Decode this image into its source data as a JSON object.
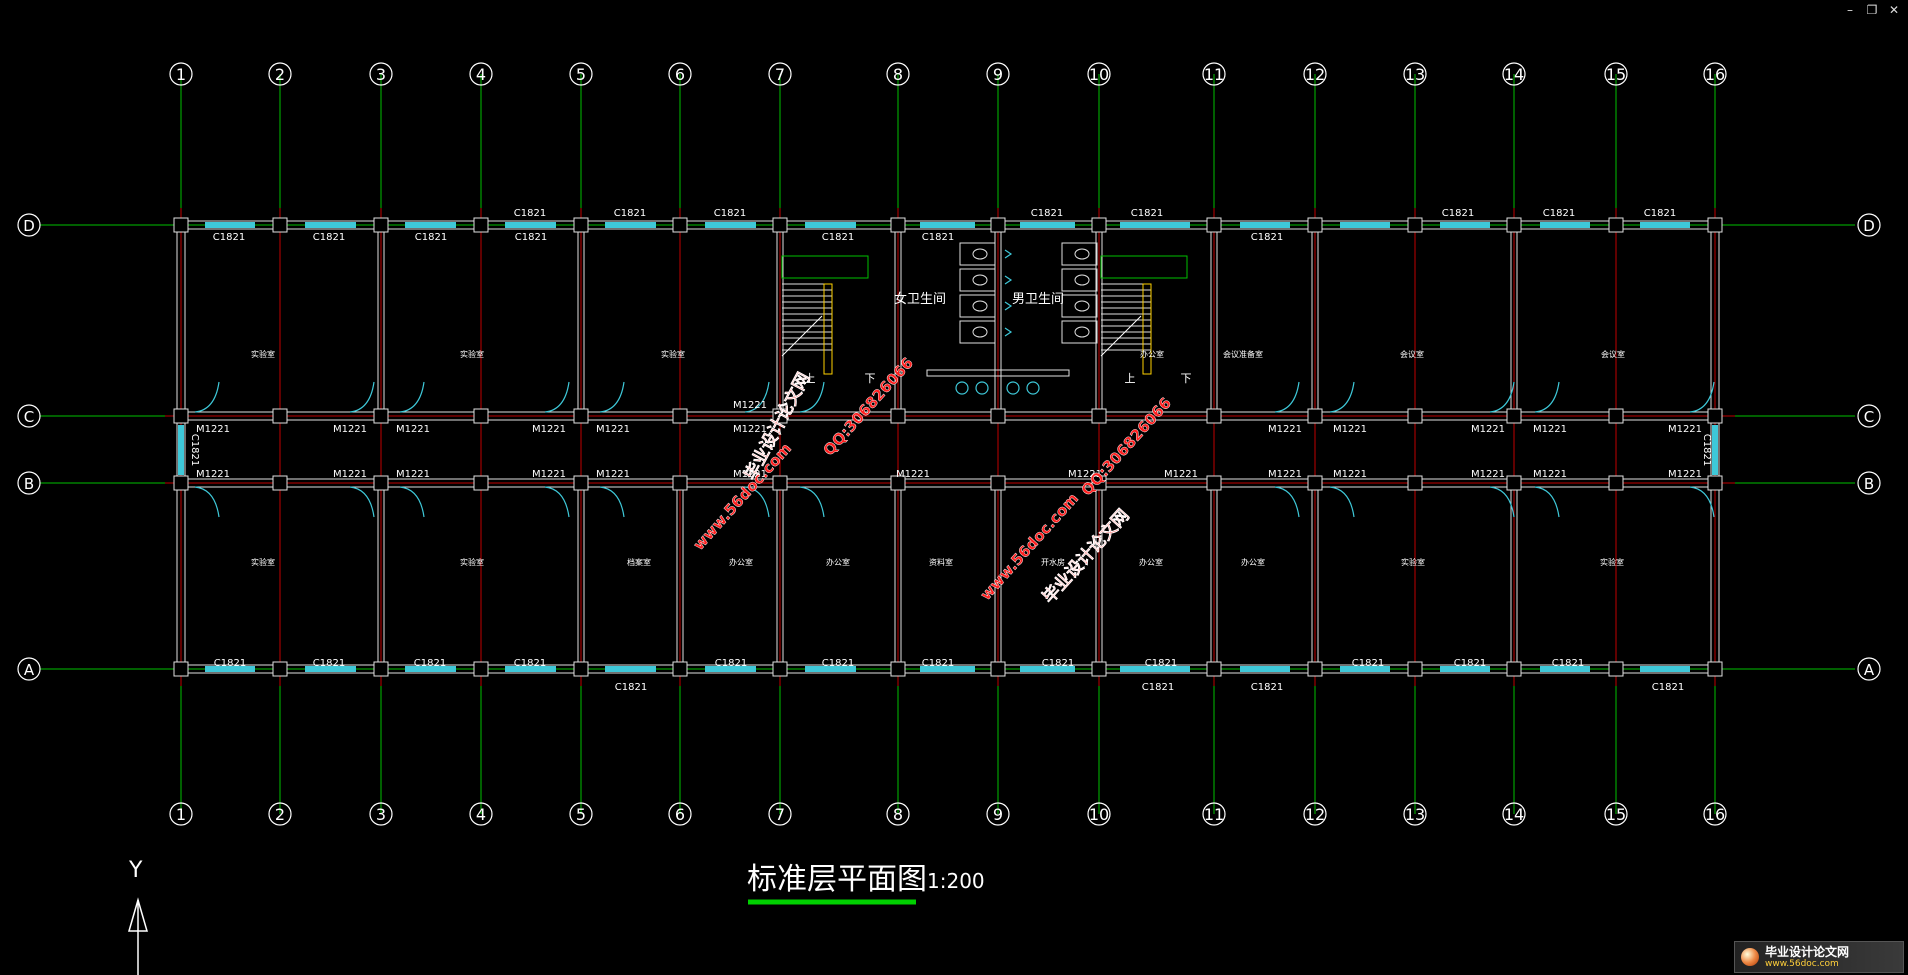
{
  "window": {
    "controls": [
      "–",
      "❐",
      "✕"
    ]
  },
  "grid": {
    "vertical_labels": [
      "1",
      "2",
      "3",
      "4",
      "5",
      "6",
      "7",
      "8",
      "9",
      "10",
      "11",
      "12",
      "13",
      "14",
      "15",
      "16"
    ],
    "horizontal_labels": [
      "D",
      "C",
      "B",
      "A"
    ]
  },
  "windows": {
    "top_outside": [
      "C1821",
      "C1821",
      "C1821",
      "C1821",
      "C1821",
      "C1821",
      "C1821",
      "C1821",
      "C1821",
      "C1821"
    ],
    "top_inside": [
      "C1821",
      "C1821",
      "C1821",
      "C1821",
      "C1821",
      "C1821",
      "C1821"
    ],
    "bottom_inside": [
      "C1821",
      "C1821",
      "C1821",
      "C1821",
      "C1821",
      "C1821",
      "C1821",
      "C1821",
      "C1821",
      "C1821",
      "C1821",
      "C1821",
      "C1821",
      "C1821",
      "C1821"
    ],
    "bottom_outside": [
      "C1821",
      "C1821",
      "C1821",
      "C1821"
    ],
    "side": [
      "C1821",
      "C1821"
    ]
  },
  "doors": {
    "row_c": [
      "M1221",
      "M1221",
      "M1221",
      "M1221",
      "M1221",
      "M1221",
      "M1221",
      "M1221",
      "M1221",
      "M1221",
      "M1221",
      "M1221",
      "M1221"
    ],
    "row_b": [
      "M1221",
      "M1221",
      "M1221",
      "M1221",
      "M1221",
      "M1221",
      "M1221",
      "M1221",
      "M1221",
      "M1221",
      "M1221",
      "M1221",
      "M1221",
      "M1221",
      "M1221"
    ]
  },
  "rooms": {
    "top": [
      "实验室",
      "实验室",
      "实验室",
      "女卫生间",
      "男卫生间",
      "办公室",
      "会议准备室",
      "会议室",
      "会议室"
    ],
    "bottom": [
      "实验室",
      "实验室",
      "档案室",
      "办公室",
      "办公室",
      "资料室",
      "开水房",
      "办公室",
      "办公室",
      "实验室",
      "实验室"
    ]
  },
  "stairs": {
    "up": "上",
    "down": "下"
  },
  "title": {
    "text": "标准层平面图",
    "scale": "1:200"
  },
  "ucs": {
    "y_label": "Y"
  },
  "watermarks": {
    "site_cn": "毕业设计论文网",
    "site_url": "www.56doc.com",
    "qq": "QQ:306826066"
  },
  "logo": {
    "title": "毕业设计论文网",
    "url": "www.56doc.com"
  },
  "colors": {
    "grid_line": "#00c000",
    "axis_red": "#c00000",
    "wall": "#e0e0e0",
    "window_cyan": "#3ec8d8",
    "text_white": "#ffffff",
    "watermark_red": "#ff2020",
    "title_green": "#00d000"
  }
}
